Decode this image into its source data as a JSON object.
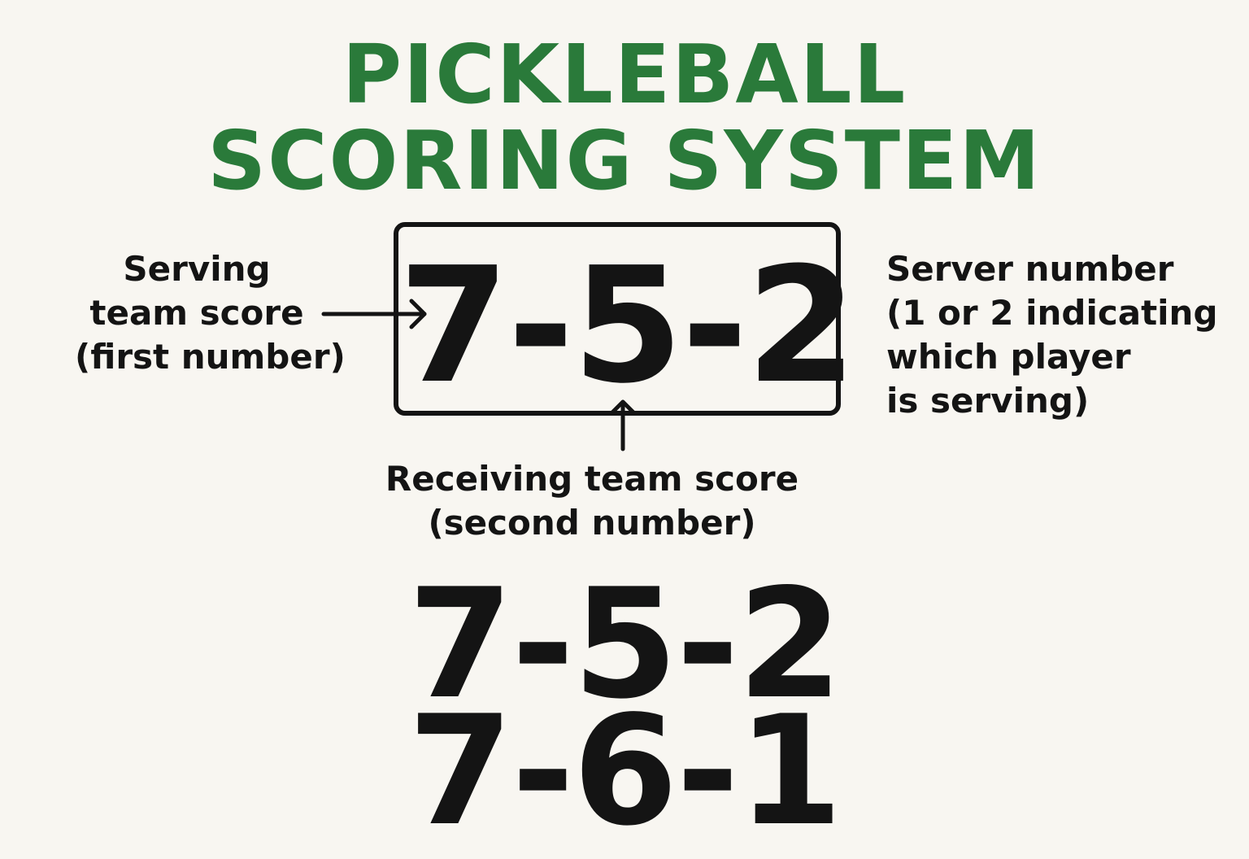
{
  "title": {
    "line1": "PICKLEBALL",
    "line2": "SCORING SYSTEM"
  },
  "box_score": "7-5-2",
  "labels": {
    "serving": [
      "Serving",
      "team score",
      "(first number)"
    ],
    "server": [
      "Server number",
      "(1 or 2 indicating",
      "which player",
      "is serving)"
    ],
    "receiving": [
      "Receiving team score",
      "(second number)"
    ]
  },
  "examples": [
    "7-5-2",
    "7-6-1"
  ],
  "colors": {
    "title": "#2a7a3a",
    "text": "#141414",
    "background": "#f8f6f1"
  }
}
